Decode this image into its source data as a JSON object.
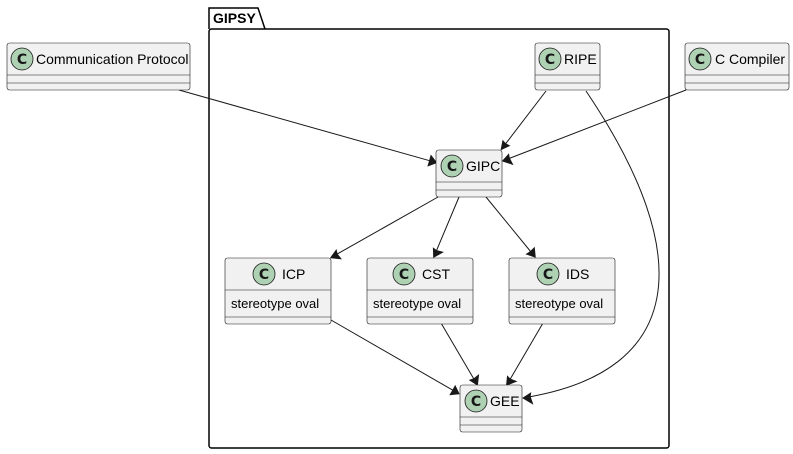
{
  "package": {
    "name": "GIPSY"
  },
  "classes": {
    "comm": {
      "glyph": "C",
      "name": "Communication Protocol"
    },
    "ripe": {
      "glyph": "C",
      "name": "RIPE"
    },
    "ccompiler": {
      "glyph": "C",
      "name": "C Compiler"
    },
    "gipc": {
      "glyph": "C",
      "name": "GIPC"
    },
    "icp": {
      "glyph": "C",
      "name": "ICP",
      "attribute": "stereotype oval"
    },
    "cst": {
      "glyph": "C",
      "name": "CST",
      "attribute": "stereotype oval"
    },
    "ids": {
      "glyph": "C",
      "name": "IDS",
      "attribute": "stereotype oval"
    },
    "gee": {
      "glyph": "C",
      "name": "GEE"
    }
  },
  "edges": [
    {
      "from": "Communication Protocol",
      "to": "GIPC"
    },
    {
      "from": "RIPE",
      "to": "GIPC"
    },
    {
      "from": "C Compiler",
      "to": "GIPC"
    },
    {
      "from": "RIPE",
      "to": "GEE"
    },
    {
      "from": "GIPC",
      "to": "ICP"
    },
    {
      "from": "GIPC",
      "to": "CST"
    },
    {
      "from": "GIPC",
      "to": "IDS"
    },
    {
      "from": "ICP",
      "to": "GEE"
    },
    {
      "from": "CST",
      "to": "GEE"
    },
    {
      "from": "IDS",
      "to": "GEE"
    }
  ],
  "colors": {
    "class_fill": "#f1f1f1",
    "class_circle": "#add1b2",
    "stroke": "#181818"
  }
}
